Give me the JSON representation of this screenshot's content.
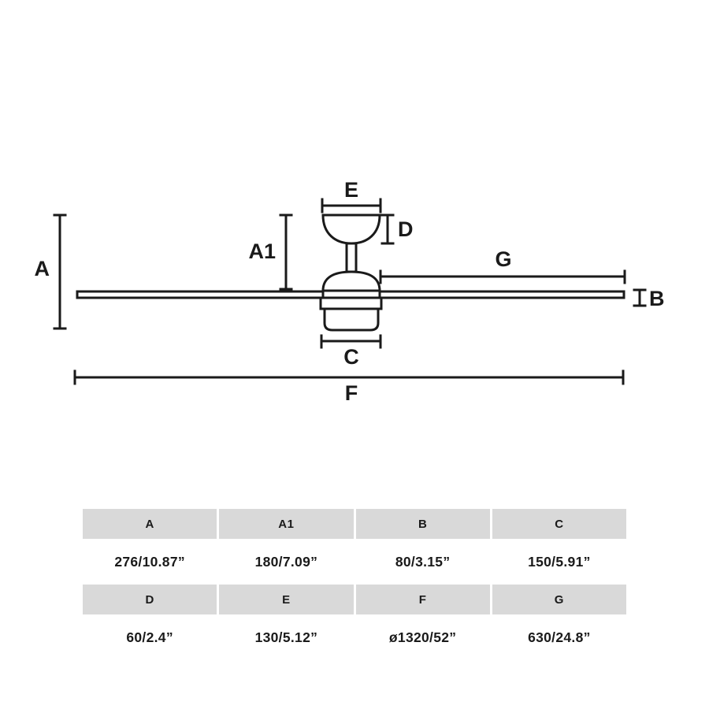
{
  "diagram": {
    "labels": {
      "a": "A",
      "a1": "A1",
      "b": "B",
      "c": "C",
      "d": "D",
      "e": "E",
      "f": "F",
      "g": "G"
    }
  },
  "table": {
    "rows": [
      {
        "headers": [
          "A",
          "A1",
          "B",
          "C"
        ],
        "values": [
          "276/10.87”",
          "180/7.09”",
          "80/3.15”",
          "150/5.91”"
        ]
      },
      {
        "headers": [
          "D",
          "E",
          "F",
          "G"
        ],
        "values": [
          "60/2.4”",
          "130/5.12”",
          "ø1320/52”",
          "630/24.8”"
        ]
      }
    ]
  }
}
